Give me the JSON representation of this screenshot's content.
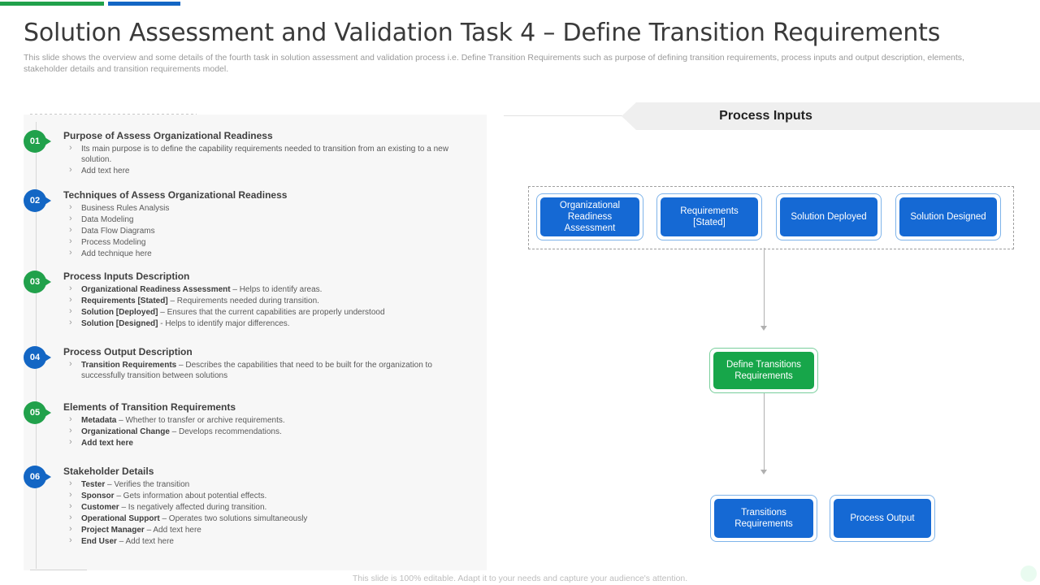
{
  "accents": {
    "green": "#21a14b",
    "blue": "#1366c4"
  },
  "header": {
    "title": "Solution Assessment and Validation Task 4 – Define Transition Requirements",
    "subtitle": "This slide shows the overview and some details of the fourth task in solution assessment and validation process i.e. Define Transition Requirements such as purpose of defining transition requirements, process inputs and output description, elements, stakeholder details and transition requirements model."
  },
  "sections": [
    {
      "number": "01",
      "color": "green",
      "title": "Purpose of Assess  Organizational Readiness",
      "bullets": [
        {
          "lead": "",
          "rest": "Its main purpose is to define the capability requirements needed to transition from an existing to a new solution."
        },
        {
          "lead": "",
          "rest": "Add text here"
        }
      ]
    },
    {
      "number": "02",
      "color": "blue",
      "title": "Techniques of Assess  Organizational Readiness",
      "bullets": [
        {
          "lead": "",
          "rest": "Business Rules Analysis"
        },
        {
          "lead": "",
          "rest": "Data Modeling"
        },
        {
          "lead": "",
          "rest": "Data Flow Diagrams"
        },
        {
          "lead": "",
          "rest": "Process Modeling"
        },
        {
          "lead": "",
          "rest": "Add technique here"
        }
      ]
    },
    {
      "number": "03",
      "color": "green",
      "title": "Process Inputs Description",
      "bullets": [
        {
          "lead": "Organizational Readiness Assessment",
          "rest": " – Helps to identify areas."
        },
        {
          "lead": "Requirements [Stated]",
          "rest": " – Requirements needed during transition."
        },
        {
          "lead": "Solution  [Deployed]",
          "rest": "  – Ensures that the current capabilities are properly understood"
        },
        {
          "lead": "Solution  [Designed]",
          "rest": "  - Helps to identify major differences."
        }
      ]
    },
    {
      "number": "04",
      "color": "blue",
      "title": "Process Output Description",
      "bullets": [
        {
          "lead": "Transition Requirements",
          "rest": " – Describes the capabilities that need to be built for the organization to successfully transition between solutions"
        }
      ]
    },
    {
      "number": "05",
      "color": "green",
      "title": "Elements of Transition Requirements",
      "bullets": [
        {
          "lead": "Metadata",
          "rest": " – Whether to transfer or archive requirements."
        },
        {
          "lead": "Organizational Change",
          "rest": " – Develops recommendations."
        },
        {
          "lead": "Add text here",
          "rest": ""
        }
      ]
    },
    {
      "number": "06",
      "color": "blue",
      "title": "Stakeholder Details",
      "bullets": [
        {
          "lead": "Tester",
          "rest": " – Verifies the transition"
        },
        {
          "lead": "Sponsor",
          "rest": " – Gets information about potential effects."
        },
        {
          "lead": "Customer",
          "rest": " – Is negatively affected during transition."
        },
        {
          "lead": "Operational Support",
          "rest": " – Operates two solutions simultaneously"
        },
        {
          "lead": "Project Manager",
          "rest": " – Add text here"
        },
        {
          "lead": "End User",
          "rest": " – Add text here"
        }
      ]
    }
  ],
  "diagram": {
    "banner_label": "Process Inputs",
    "inputs": [
      {
        "label": "Organizational Readiness Assessment"
      },
      {
        "label": "Requirements [Stated]"
      },
      {
        "label": "Solution Deployed"
      },
      {
        "label": "Solution Designed"
      }
    ],
    "process": {
      "label": "Define Transitions Requirements"
    },
    "outputs": [
      {
        "label": "Transitions Requirements"
      },
      {
        "label": "Process Output"
      }
    ],
    "colors": {
      "node_blue": "#1569d4",
      "node_green": "#17a64a",
      "connector": "#b0b0b0"
    }
  },
  "footer": {
    "note": "This slide is 100% editable. Adapt it to your needs and capture your audience's attention."
  }
}
